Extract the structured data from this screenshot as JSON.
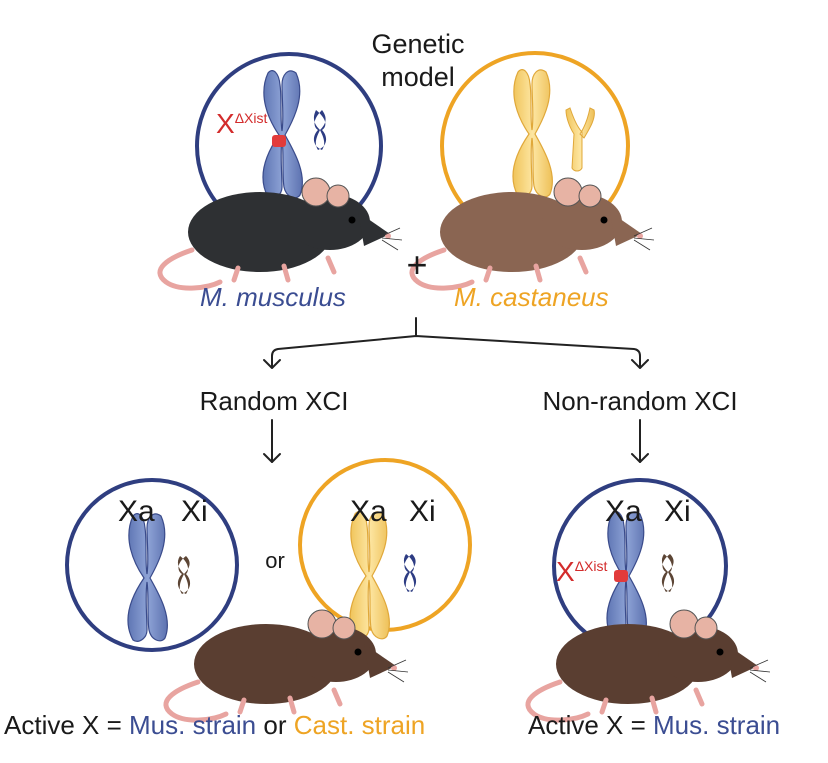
{
  "title": "Genetic\nmodel",
  "title_line1": "Genetic",
  "title_line2": "model",
  "parents": {
    "musculus": "M. musculus",
    "castaneus": "M. castaneus",
    "plus": "+"
  },
  "deleted_x": {
    "letter": "X",
    "superscript": "ΔXist"
  },
  "branches": {
    "random": "Random XCI",
    "nonrandom": "Non-random XCI",
    "or": "or"
  },
  "cells": {
    "xa": "Xa",
    "xi": "Xi"
  },
  "results": {
    "left_prefix": "Active X = ",
    "left_mus": "Mus. strain",
    "left_or": " or ",
    "left_cast": "Cast. strain",
    "right_prefix": "Active X = ",
    "right_mus": "Mus. strain"
  },
  "colors": {
    "musculus_blue": "#3b4d92",
    "castaneus_orange": "#eea424",
    "deletion_red": "#d32c2c",
    "mouse_black": "#2f2f2f",
    "mouse_brown": "#7d5a45"
  }
}
